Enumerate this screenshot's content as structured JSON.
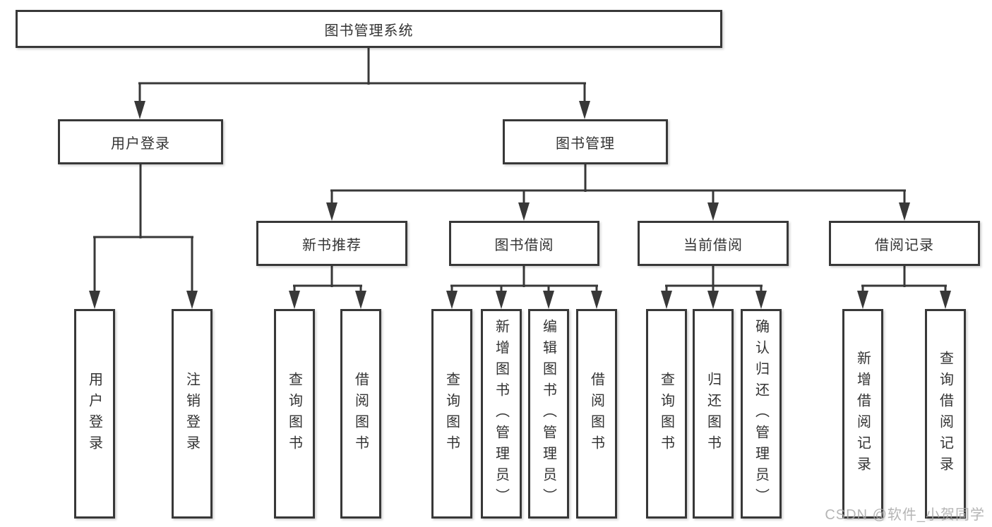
{
  "colors": {
    "line": "#383838",
    "text": "#333333",
    "watermark": "#a9a9a9",
    "background": "#ffffff"
  },
  "watermark": {
    "text": "CSDN @软件_小贺同学"
  },
  "tree": {
    "label": "图书管理系统",
    "children": [
      {
        "label": "用户登录",
        "children": [
          {
            "label": "用户登录"
          },
          {
            "label": "注销登录"
          }
        ]
      },
      {
        "label": "图书管理",
        "children": [
          {
            "label": "新书推荐",
            "children": [
              {
                "label": "查询图书"
              },
              {
                "label": "借阅图书"
              }
            ]
          },
          {
            "label": "图书借阅",
            "children": [
              {
                "label": "查询图书"
              },
              {
                "label": "新增图书（管理员）"
              },
              {
                "label": "编辑图书（管理员）"
              },
              {
                "label": "借阅图书"
              }
            ]
          },
          {
            "label": "当前借阅",
            "children": [
              {
                "label": "查询图书"
              },
              {
                "label": "归还图书"
              },
              {
                "label": "确认归还（管理员）"
              }
            ]
          },
          {
            "label": "借阅记录",
            "children": [
              {
                "label": "新增借阅记录"
              },
              {
                "label": "查询借阅记录"
              }
            ]
          }
        ]
      }
    ]
  }
}
